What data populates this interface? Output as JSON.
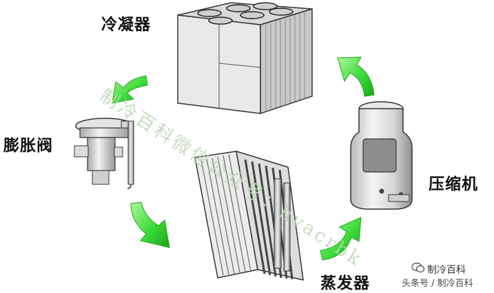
{
  "labels": {
    "condenser": "冷凝器",
    "expansion_valve": "膨胀阀",
    "compressor": "压缩机",
    "evaporator": "蒸发器"
  },
  "watermark": {
    "text": "制冷百科微信公众号：hvacrbk"
  },
  "footer": {
    "channel_name": "制冷百科",
    "account_text": "头条号 / 制冷百科"
  },
  "colors": {
    "arrow_green": "#3ddc3a",
    "watermark_green": "#bcd6b4"
  }
}
